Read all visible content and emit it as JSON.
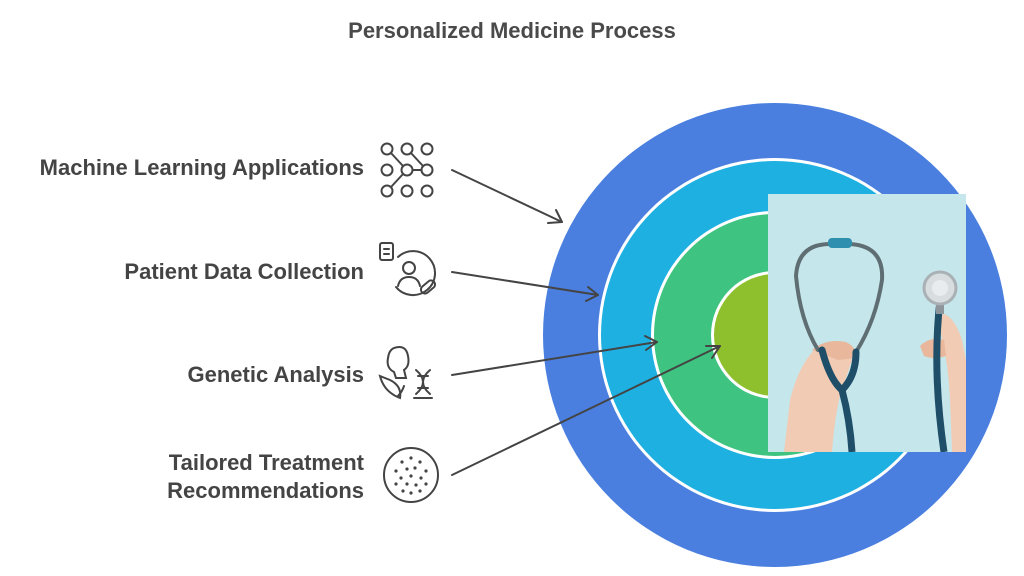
{
  "title": "Personalized Medicine Process",
  "layers": [
    {
      "label": "Machine Learning Applications",
      "icon": "network-nodes-icon",
      "color": "#4a7fe0"
    },
    {
      "label": "Patient Data Collection",
      "icon": "patient-data-icon",
      "color": "#1eb0e0"
    },
    {
      "label": "Genetic Analysis",
      "icon": "dna-icon",
      "color": "#3ec480"
    },
    {
      "label_lines": [
        "Tailored Treatment",
        "Recommendations"
      ],
      "icon": "dotted-circle-icon",
      "color": "#8ebf2c"
    }
  ],
  "image": {
    "subject": "stethoscope-photo",
    "background": "#bde3ea"
  }
}
